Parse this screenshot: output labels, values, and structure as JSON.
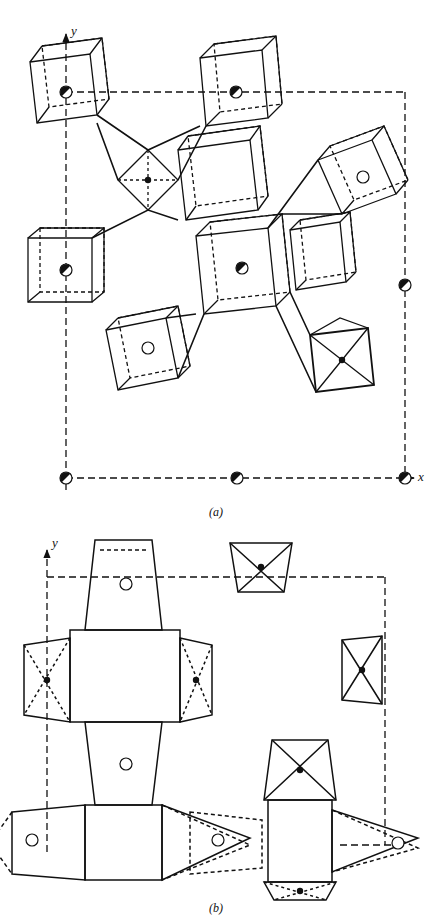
{
  "diagram": {
    "labels": [
      "y",
      "x",
      "(a)",
      "y",
      "(b)"
    ]
  }
}
